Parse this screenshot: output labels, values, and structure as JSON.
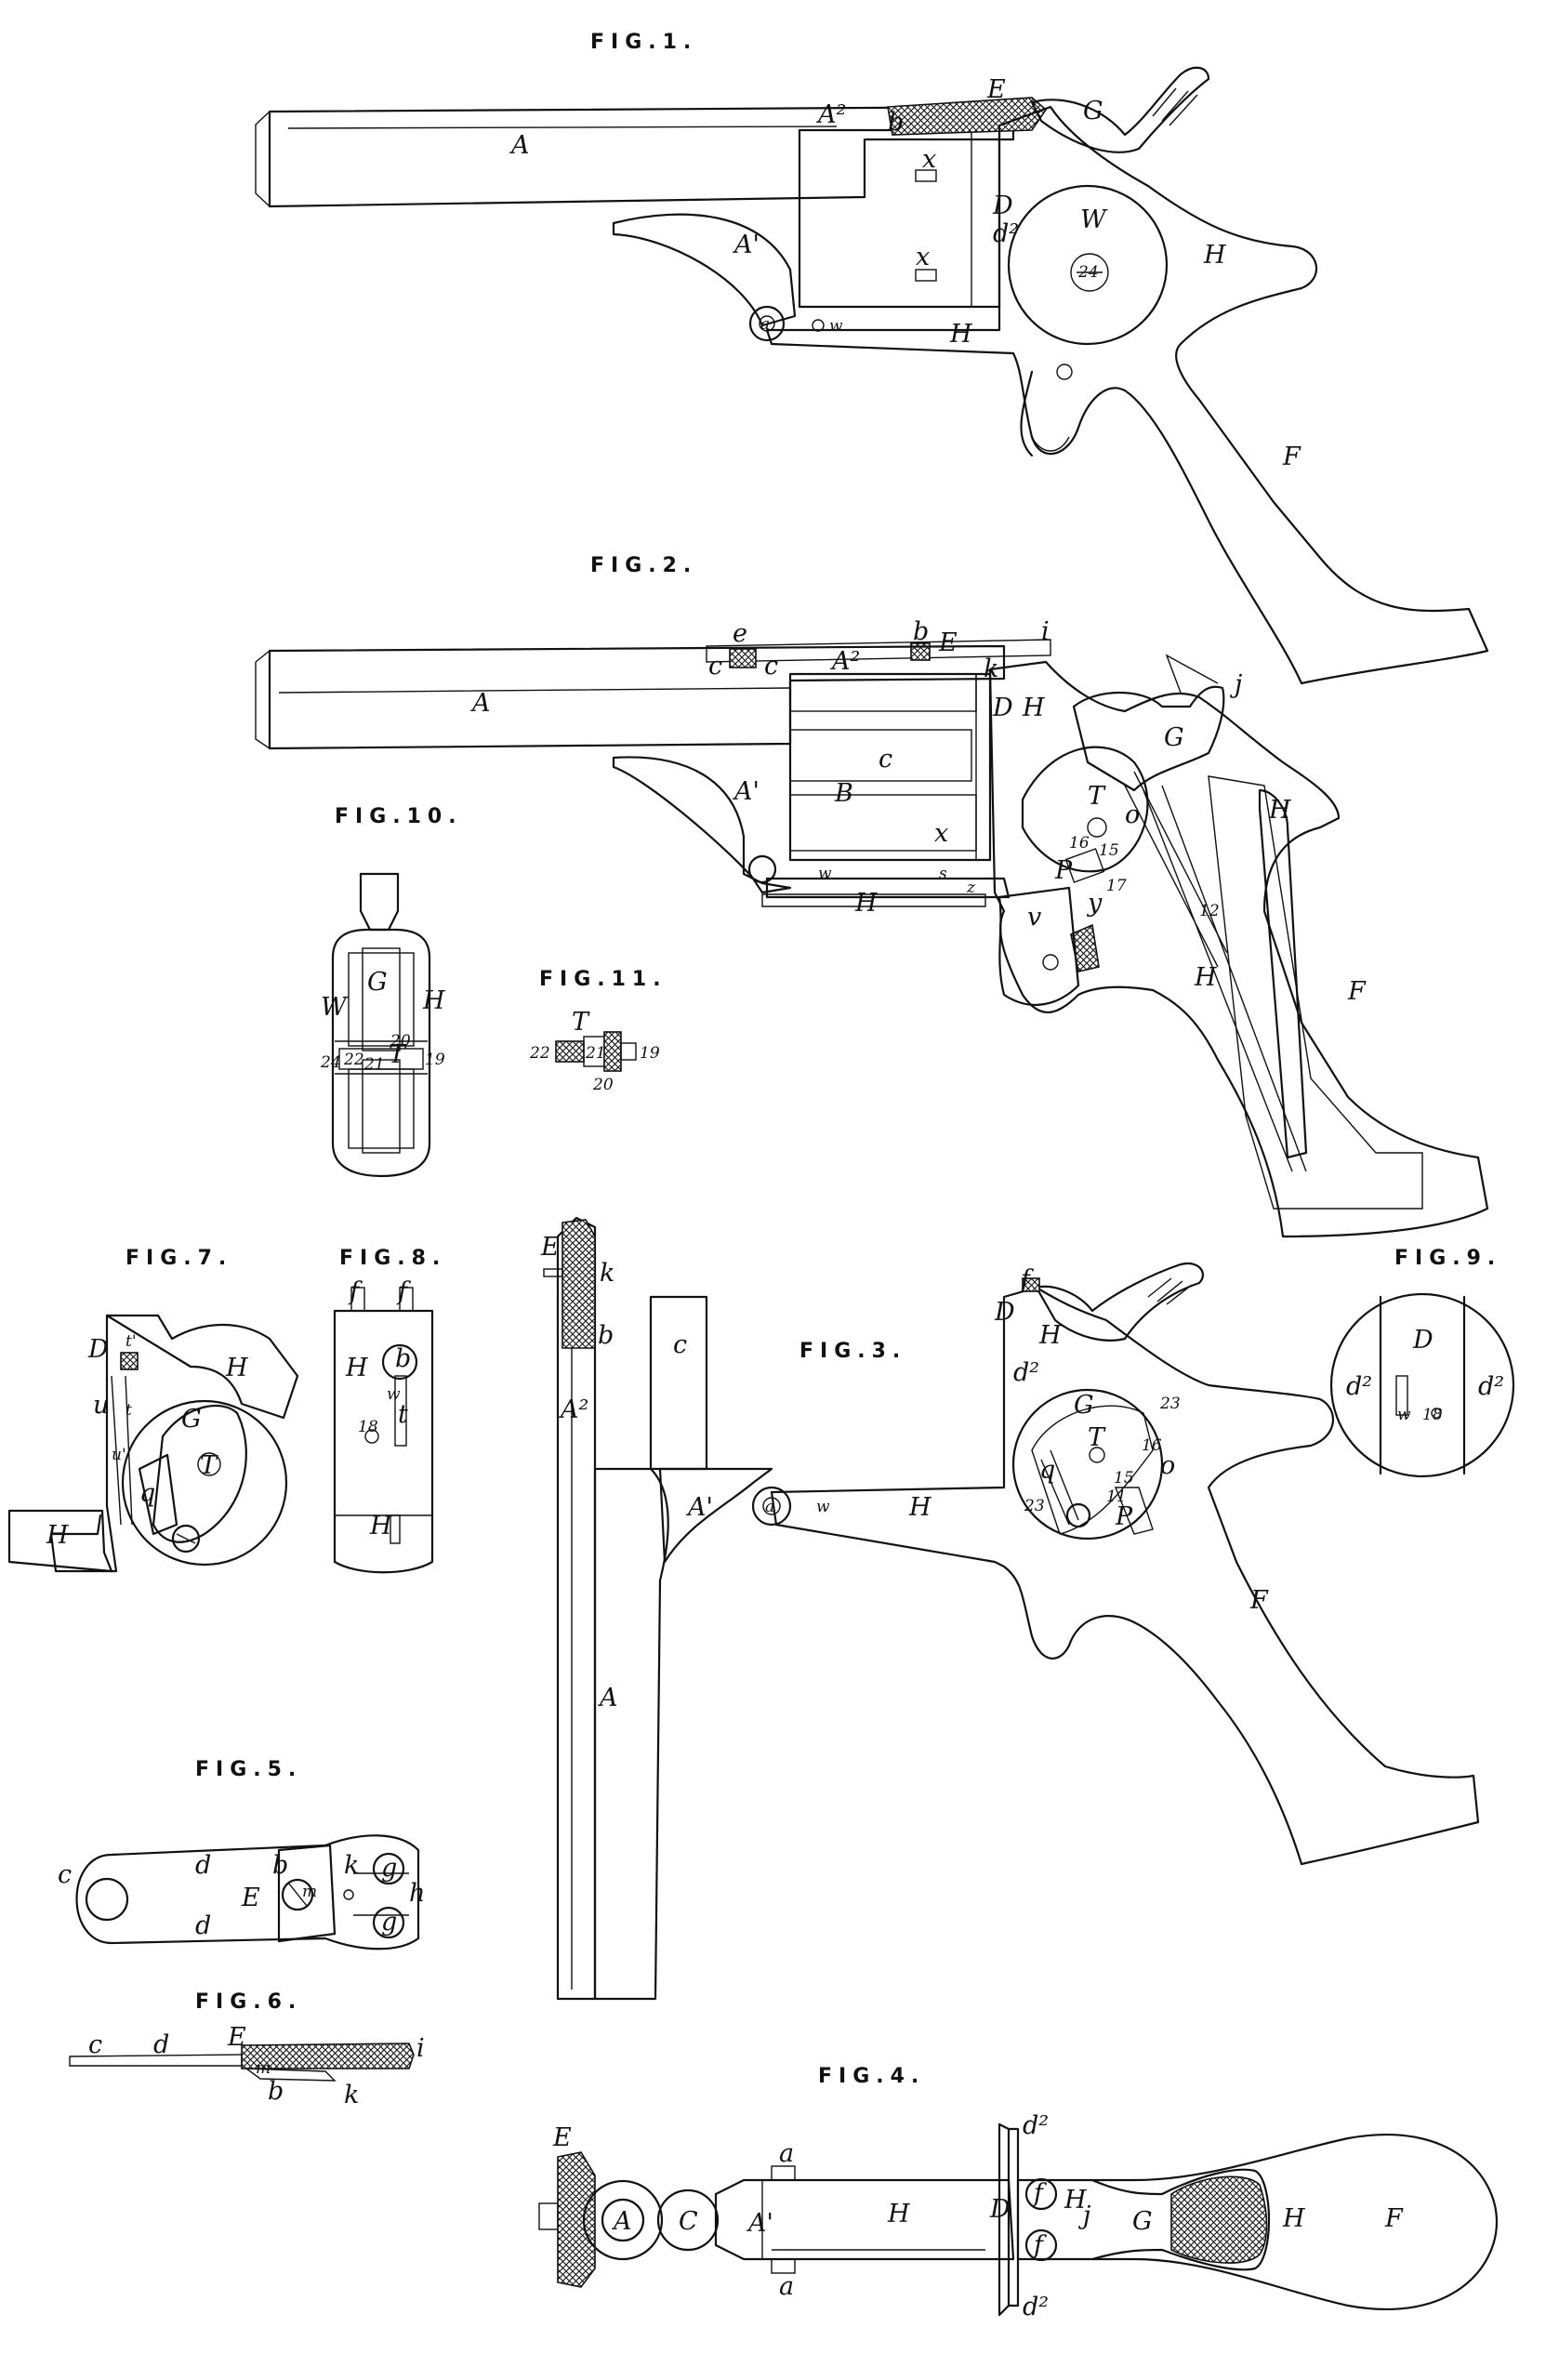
{
  "figure_titles": {
    "fig1": "FIG.1.",
    "fig2": "FIG.2.",
    "fig3": "FIG.3.",
    "fig4": "FIG.4.",
    "fig5": "FIG.5.",
    "fig6": "FIG.6.",
    "fig7": "FIG.7.",
    "fig8": "FIG.8.",
    "fig9": "FIG.9.",
    "fig10": "FIG.10.",
    "fig11": "FIG.11."
  },
  "fig1": {
    "A": "A",
    "A2": "A²",
    "E": "E",
    "G": "G",
    "b": "b",
    "A1": "A'",
    "D": "D",
    "d2": "d²",
    "W": "W",
    "H": "H",
    "H2": "H",
    "F": "F",
    "x1": "x",
    "x2": "x",
    "n24": "24",
    "a": "a",
    "w": "w"
  },
  "fig2": {
    "e": "e",
    "b": "b",
    "E": "E",
    "i": "i",
    "c1": "c",
    "c2": "c",
    "A2": "A²",
    "k": "k",
    "A": "A",
    "D": "D",
    "H": "H",
    "j": "j",
    "G": "G",
    "c3": "c",
    "T": "T",
    "A1": "A'",
    "B": "B",
    "x": "x",
    "H2": "H",
    "o": "o",
    "n16": "16",
    "n15": "15",
    "P": "P",
    "n17": "17",
    "y": "y",
    "F": "F",
    "w": "w",
    "s": "s",
    "z": "z",
    "v": "v",
    "n12": "12",
    "H3": "H",
    "H4": "H"
  },
  "fig3": {
    "E": "E",
    "k": "k",
    "c": "c",
    "b": "b",
    "A2": "A²",
    "A1": "A'",
    "A": "A",
    "f": "f",
    "D": "D",
    "H": "H",
    "d2": "d²",
    "G": "G",
    "T": "T",
    "n23a": "23",
    "n16": "16",
    "o": "o",
    "q": "q",
    "n15": "15",
    "n11": "11",
    "P": "P",
    "n23b": "23",
    "H2": "H",
    "F": "F",
    "a": "a",
    "w": "w"
  },
  "fig4": {
    "E": "E",
    "a1": "a",
    "a2": "a",
    "A": "A",
    "C": "C",
    "A1": "A'",
    "H": "H",
    "D": "D",
    "d2a": "d²",
    "d2b": "d²",
    "f1": "f",
    "f2": "f",
    "H2": "H",
    "j": "j",
    "G": "G",
    "H3": "H",
    "F": "F"
  },
  "fig5": {
    "c": "c",
    "d1": "d",
    "d2": "d",
    "b": "b",
    "E": "E",
    "m": "m",
    "k": "k",
    "g1": "g",
    "g2": "g",
    "h": "h"
  },
  "fig6": {
    "c": "c",
    "d": "d",
    "E": "E",
    "i": "i",
    "m": "m",
    "b": "b",
    "k": "k"
  },
  "fig7": {
    "D": "D",
    "t1": "t'",
    "H": "H",
    "u": "u",
    "t": "t",
    "G": "G",
    "T": "T",
    "u1": "u'",
    "q": "q",
    "H2": "H"
  },
  "fig8": {
    "f1": "f",
    "f2": "f",
    "H": "H",
    "b": "b",
    "w": "w",
    "t": "t",
    "n18": "18",
    "H2": "H"
  },
  "fig9": {
    "D": "D",
    "d2a": "d²",
    "d2b": "d²",
    "w": "w",
    "n18": "18"
  },
  "fig10": {
    "G": "G",
    "W": "W",
    "H": "H",
    "n20": "20",
    "n22": "22",
    "n21": "21",
    "T": "T",
    "n19": "19",
    "n24": "24"
  },
  "fig11": {
    "T": "T",
    "n22": "22",
    "n21": "21",
    "n19": "19",
    "n20": "20"
  }
}
